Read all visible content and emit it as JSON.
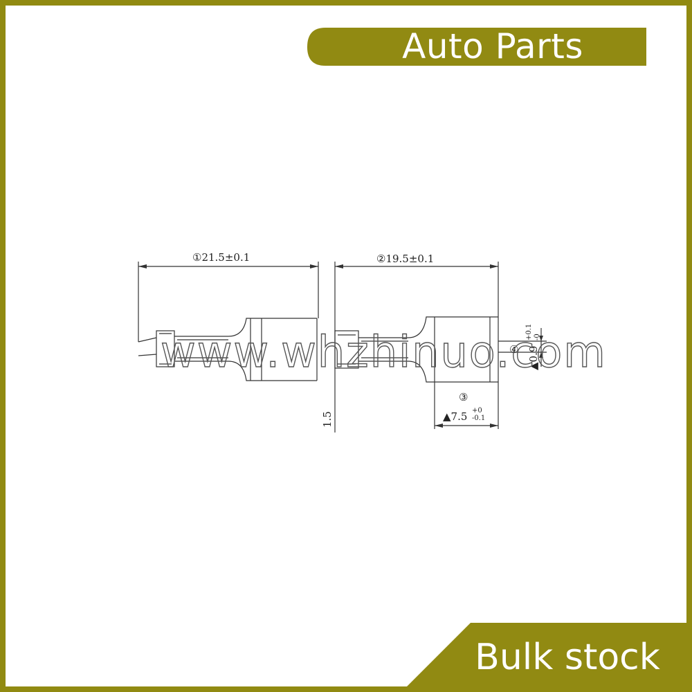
{
  "header": {
    "title": "Auto Parts"
  },
  "footer": {
    "label": "Bulk stock"
  },
  "drawing": {
    "dim_1": "①21.5±0.1",
    "dim_2": "②19.5±0.1",
    "dim_3_marker": "③",
    "dim_3_value": "▲7.5",
    "dim_3_tol_upper": "+0",
    "dim_3_tol_lower": "-0.1",
    "dim_4_marker": "④",
    "dim_4_value": "▲0.9",
    "dim_4_tol_upper": "+0.1",
    "dim_4_tol_lower": "-0",
    "dim_thickness": "1.5",
    "watermark": "www.whzhinuo.com"
  },
  "colors": {
    "brand": "#918a12",
    "line": "#333333",
    "background": "#ffffff"
  }
}
